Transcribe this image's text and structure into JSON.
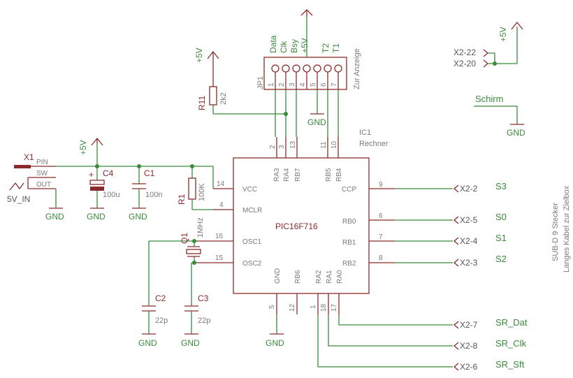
{
  "power": {
    "vcc": "+5V",
    "gnd": "GND"
  },
  "ic1": {
    "ref": "IC1",
    "name": "Rechner",
    "part": "PIC16F716",
    "pins": {
      "vcc": "VCC",
      "mclr": "MCLR",
      "osc1": "OSC1",
      "osc2": "OSC2",
      "ra3": "RA3",
      "ra4": "RA4",
      "rb7": "RB7",
      "rb5": "RB5",
      "rb4": "RB4",
      "ccp": "CCP",
      "rb0": "RB0",
      "rb1": "RB1",
      "rb2": "RB2",
      "gnd": "GND",
      "rb6": "RB6",
      "ra2": "RA2",
      "ra1": "RA1",
      "ra0": "RA0"
    },
    "pin_numbers": {
      "vcc": "14",
      "mclr": "4",
      "osc1": "16",
      "osc2": "15",
      "ra3": "2",
      "ra4": "3",
      "rb7": "13",
      "rb5": "11",
      "rb4": "10",
      "ccp": "9",
      "rb0": "6",
      "rb1": "7",
      "rb2": "8",
      "gnd": "5",
      "rb6": "12",
      "ra2": "1",
      "ra1": "18",
      "ra0": "17"
    }
  },
  "jp1": {
    "ref": "JP1",
    "title": "Zur Anzeige",
    "labels": [
      "Data",
      "Clk",
      "Bsy",
      "+5V",
      "",
      "T2",
      "T1"
    ],
    "pins": [
      "1",
      "2",
      "3",
      "4",
      "5",
      "6",
      "7"
    ]
  },
  "r11": {
    "ref": "R11",
    "value": "2k2"
  },
  "r1": {
    "ref": "R1",
    "value": "100K"
  },
  "c1": {
    "ref": "C1",
    "value": "100n"
  },
  "c4": {
    "ref": "C4",
    "value": "100u"
  },
  "c2": {
    "ref": "C2",
    "value": "22p"
  },
  "c3": {
    "ref": "C3",
    "value": "22p"
  },
  "q1": {
    "ref": "Q1",
    "value": "1MHz"
  },
  "x1": {
    "ref": "X1",
    "name": "5V_IN",
    "pins": [
      "PIN",
      "SW",
      "OUT"
    ]
  },
  "x2": {
    "title": "SUB-D 9 Stecker",
    "subtitle": "Langes Kabel zur Zielbox",
    "connections": [
      {
        "pin": "X2-2",
        "net": "S3"
      },
      {
        "pin": "X2-5",
        "net": "S0"
      },
      {
        "pin": "X2-4",
        "net": "S1"
      },
      {
        "pin": "X2-3",
        "net": "S2"
      },
      {
        "pin": "X2-7",
        "net": "SR_Dat"
      },
      {
        "pin": "X2-8",
        "net": "SR_Clk"
      },
      {
        "pin": "X2-6",
        "net": "SR_Sft"
      }
    ],
    "top_pins": [
      "X2-22",
      "X2-20"
    ]
  },
  "shield": {
    "label": "Schirm"
  }
}
